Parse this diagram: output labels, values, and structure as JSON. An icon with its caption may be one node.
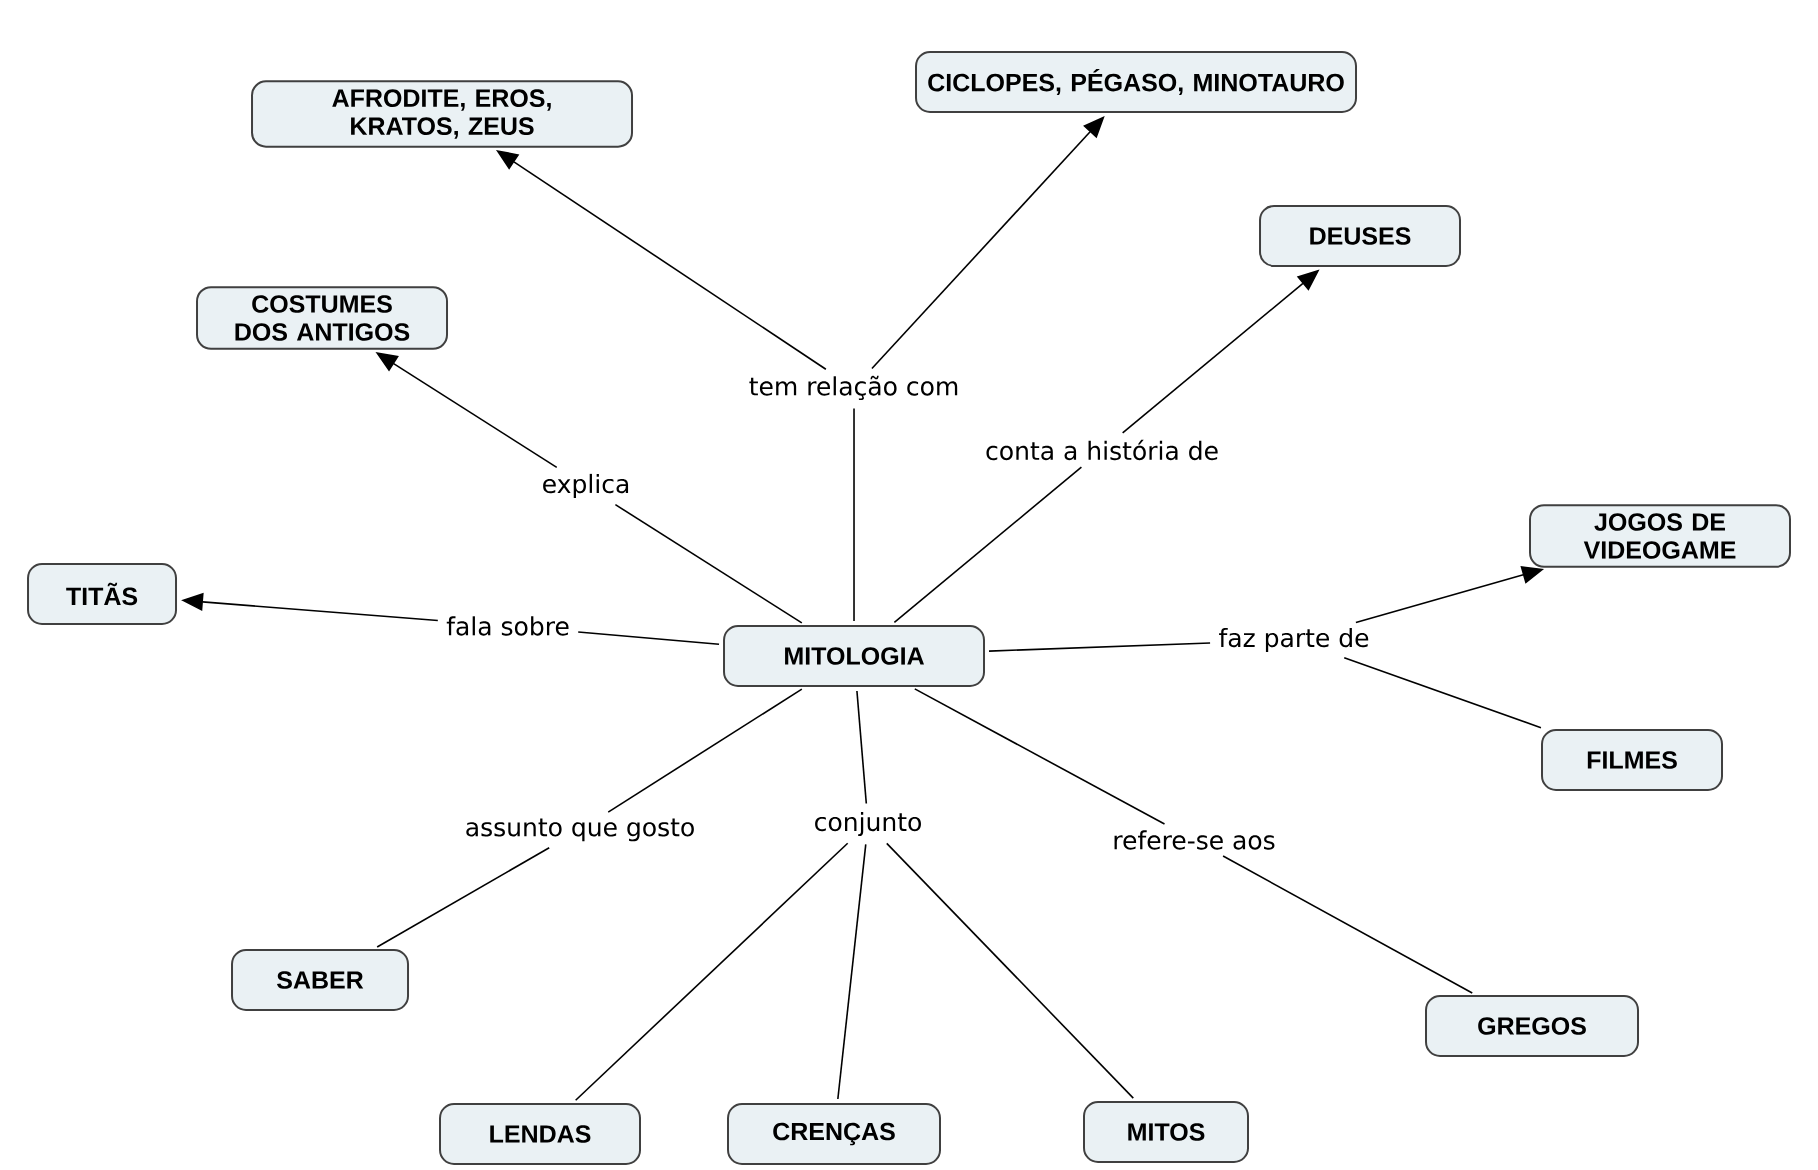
{
  "diagram": {
    "nodes": [
      {
        "text": [
          "MITOLOGIA"
        ]
      },
      {
        "text": [
          "AFRODITE, EROS, KRATOS, ZEUS"
        ]
      },
      {
        "text": [
          "CICLOPES, PÉGASO, MINOTAURO"
        ]
      },
      {
        "text": [
          "DEUSES"
        ]
      },
      {
        "text": [
          "COSTUMES DOS ANTIGOS"
        ]
      },
      {
        "text": [
          "TITÃS"
        ]
      },
      {
        "text": [
          "JOGOS DE VIDEOGAME"
        ]
      },
      {
        "text": [
          "FILMES"
        ]
      },
      {
        "text": [
          "SABER"
        ]
      },
      {
        "text": [
          "GREGOS"
        ]
      },
      {
        "text": [
          "LENDAS"
        ]
      },
      {
        "text": [
          "CRENÇAS"
        ]
      },
      {
        "text": [
          "MITOS"
        ]
      },
      {
        "text": [
          "tem relação com"
        ]
      },
      {
        "text": [
          "explica"
        ]
      },
      {
        "text": [
          "conta a história de"
        ]
      },
      {
        "text": [
          "fala sobre"
        ]
      },
      {
        "text": [
          "faz parte de"
        ]
      },
      {
        "text": [
          "assunto que gosto"
        ]
      },
      {
        "text": [
          "conjunto"
        ]
      },
      {
        "text": [
          "refere-se aos"
        ]
      }
    ],
    "edges": [
      {
        "from": 0,
        "to": 13,
        "arrow": "none"
      },
      {
        "from": 13,
        "to": 1,
        "arrow": "to"
      },
      {
        "from": 13,
        "to": 2,
        "arrow": "to"
      },
      {
        "from": 0,
        "to": 14,
        "arrow": "none"
      },
      {
        "from": 14,
        "to": 4,
        "arrow": "to"
      },
      {
        "from": 0,
        "to": 15,
        "arrow": "none"
      },
      {
        "from": 15,
        "to": 3,
        "arrow": "to"
      },
      {
        "from": 0,
        "to": 16,
        "arrow": "none"
      },
      {
        "from": 16,
        "to": 5,
        "arrow": "to"
      },
      {
        "from": 0,
        "to": 17,
        "arrow": "none"
      },
      {
        "from": 17,
        "to": 6,
        "arrow": "to"
      },
      {
        "from": 17,
        "to": 7,
        "arrow": "none"
      },
      {
        "from": 0,
        "to": 18,
        "arrow": "none"
      },
      {
        "from": 18,
        "to": 8,
        "arrow": "none"
      },
      {
        "from": 0,
        "to": 19,
        "arrow": "none"
      },
      {
        "from": 19,
        "to": 10,
        "arrow": "none"
      },
      {
        "from": 19,
        "to": 11,
        "arrow": "none"
      },
      {
        "from": 19,
        "to": 12,
        "arrow": "none"
      },
      {
        "from": 0,
        "to": 20,
        "arrow": "none"
      },
      {
        "from": 20,
        "to": 9,
        "arrow": "none"
      }
    ]
  }
}
